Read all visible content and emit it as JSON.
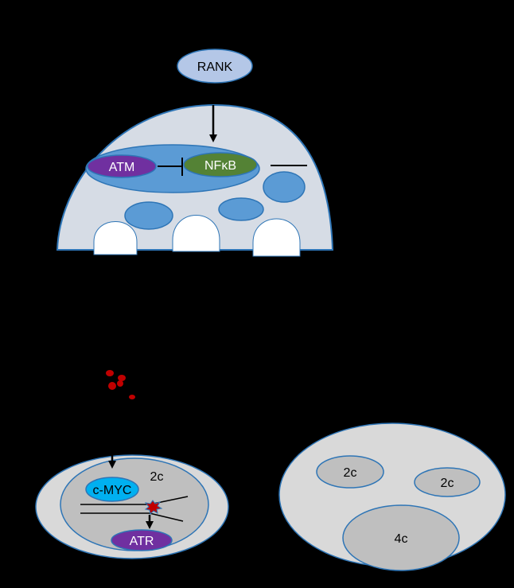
{
  "colors": {
    "background": "#000000",
    "cell_fill": "#d6dce5",
    "cell_stroke": "#2e75b6",
    "nucleus_fill": "#5b9bd5",
    "atm_fill": "#7030a0",
    "nfkb_fill": "#548235",
    "rank_fill": "#b4c7e7",
    "gray_cell": "#d9d9d9",
    "gray_nucleus": "#bfbfbf",
    "cmyc_fill": "#00b0f0",
    "atr_fill": "#7030a0",
    "damage_red": "#c00000"
  },
  "labels": {
    "rank": "RANK",
    "atm": "ATM",
    "nfkb": "NFκB",
    "cmyc": "c-MYC",
    "atr": "ATR",
    "left_nucleus": "2c",
    "small_nucleus_1": "2c",
    "small_nucleus_2": "2c",
    "large_nucleus": "4c"
  }
}
